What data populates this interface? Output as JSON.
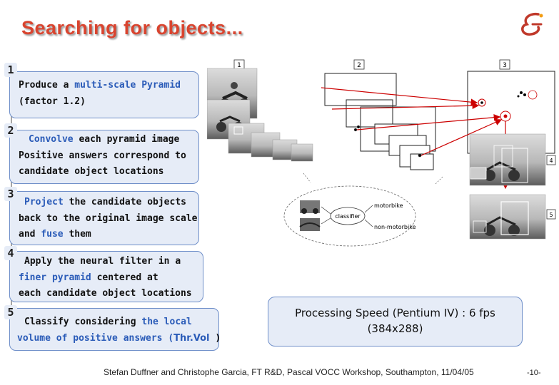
{
  "title": "Searching for objects...",
  "steps": [
    {
      "num": "1",
      "lines": [
        [
          "Produce a ",
          "multi-scale Pyramid"
        ],
        [
          "(factor 1.2)"
        ]
      ]
    },
    {
      "num": "2",
      "lines": [
        [
          "Convolve",
          " each pyramid image"
        ],
        [
          "Positive answers correspond to"
        ],
        [
          "candidate object locations"
        ]
      ]
    },
    {
      "num": "3",
      "lines": [
        [
          "Project",
          " the candidate objects"
        ],
        [
          "back to the original image scale"
        ],
        [
          "and ",
          "fuse",
          " them"
        ]
      ]
    },
    {
      "num": "4",
      "lines": [
        [
          "Apply the neural filter in a"
        ],
        [
          "finer pyramid",
          " centered at"
        ],
        [
          "each candidate object locations"
        ]
      ]
    },
    {
      "num": "5",
      "lines": [
        [
          "Classify considering ",
          "the local"
        ],
        [
          "volume of positive answers (",
          "Thr.Vol",
          " )"
        ]
      ]
    }
  ],
  "figure": {
    "panel_labels": [
      "1",
      "2",
      "3",
      "4",
      "5"
    ],
    "classifier_label": "classifier",
    "class_outputs": [
      "motorbike",
      "non-motorbike"
    ]
  },
  "speed": {
    "line1": "Processing Speed (Pentium IV) : 6 fps",
    "line2": "(384x288)"
  },
  "footer": "Stefan Duffner and Christophe Garcia, FT R&D, Pascal VOCC Workshop, Southampton, 11/04/05",
  "page_number": "-10-",
  "colors": {
    "title": "#d9442f",
    "box_fill": "#e6ecf7",
    "box_border": "#6f8fc9",
    "highlight": "#2a5bb8",
    "arrow_red": "#cc0000"
  }
}
